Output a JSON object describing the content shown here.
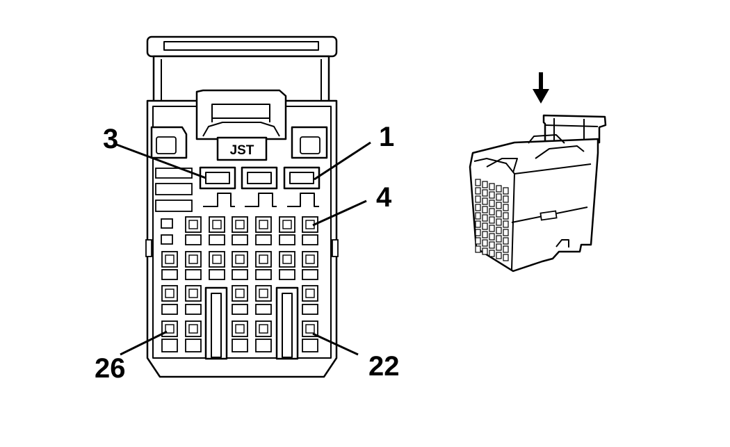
{
  "diagram": {
    "brand": "JST",
    "callouts": {
      "pin_1": "1",
      "pin_3": "3",
      "pin_4": "4",
      "pin_22": "22",
      "pin_26": "26"
    }
  }
}
